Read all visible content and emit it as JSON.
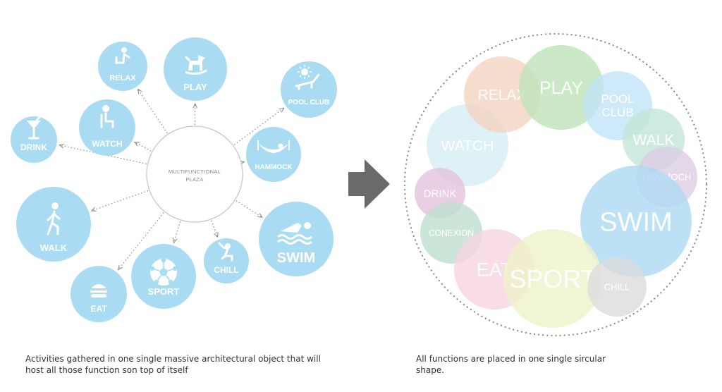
{
  "hub": {
    "line1": "MULTIFUNCTIONAL",
    "line2": "PLAZA"
  },
  "activities": [
    {
      "id": "relax",
      "label": "RELAX",
      "icon": "person-relaxing-icon"
    },
    {
      "id": "play",
      "label": "PLAY",
      "icon": "rocking-horse-icon"
    },
    {
      "id": "pool-club",
      "label": "POOL CLUB",
      "icon": "sun-lounger-icon"
    },
    {
      "id": "watch",
      "label": "WATCH",
      "icon": "seated-person-icon"
    },
    {
      "id": "drink",
      "label": "DRINK",
      "icon": "cocktail-glass-icon"
    },
    {
      "id": "hammock",
      "label": "HAMMOCK",
      "icon": "hammock-icon"
    },
    {
      "id": "walk",
      "label": "WALK",
      "icon": "walking-person-icon"
    },
    {
      "id": "swim",
      "label": "SWIM",
      "icon": "swimmer-icon"
    },
    {
      "id": "chill",
      "label": "CHILL",
      "icon": "reclining-person-icon"
    },
    {
      "id": "sport",
      "label": "SPORT",
      "icon": "soccer-ball-icon"
    },
    {
      "id": "eat",
      "label": "EAT",
      "icon": "burger-icon"
    }
  ],
  "merged": [
    {
      "id": "watch",
      "label": "WATCH",
      "color": "#d6eef4"
    },
    {
      "id": "relax",
      "label": "RELAX",
      "color": "#f2d3c0"
    },
    {
      "id": "play",
      "label": "PLAY",
      "color": "#bfe3b9"
    },
    {
      "id": "pool-club",
      "label": "POOL CLUB",
      "lines": [
        "POOL",
        "CLUB"
      ],
      "color": "#c2e4f7"
    },
    {
      "id": "walk",
      "label": "WALK",
      "color": "#c3e6d7"
    },
    {
      "id": "hammoch",
      "label": "HAMMOCH",
      "color": "#dccde4"
    },
    {
      "id": "swim",
      "label": "SWIM",
      "color": "#acdaf1"
    },
    {
      "id": "drink",
      "label": "DRINK",
      "color": "#e4c2dd"
    },
    {
      "id": "conexion",
      "label": "CONEXION",
      "color": "#bfdfcf"
    },
    {
      "id": "eat",
      "label": "EAT",
      "color": "#f6d5e0"
    },
    {
      "id": "sport",
      "label": "SPORT",
      "color": "#edf2c8"
    },
    {
      "id": "chill",
      "label": "CHILL",
      "color": "#dcdcdc"
    }
  ],
  "colors": {
    "activity_circle": "#a9dcf2",
    "hub_stroke": "#c6c6c6",
    "arrow": "#6a6a6a",
    "dotted": "#888888"
  },
  "captions": {
    "left": "Activities gathered in one single massive architectural object that will host all those function son top of itself",
    "right": "All functions are placed in one single sircular shape."
  }
}
